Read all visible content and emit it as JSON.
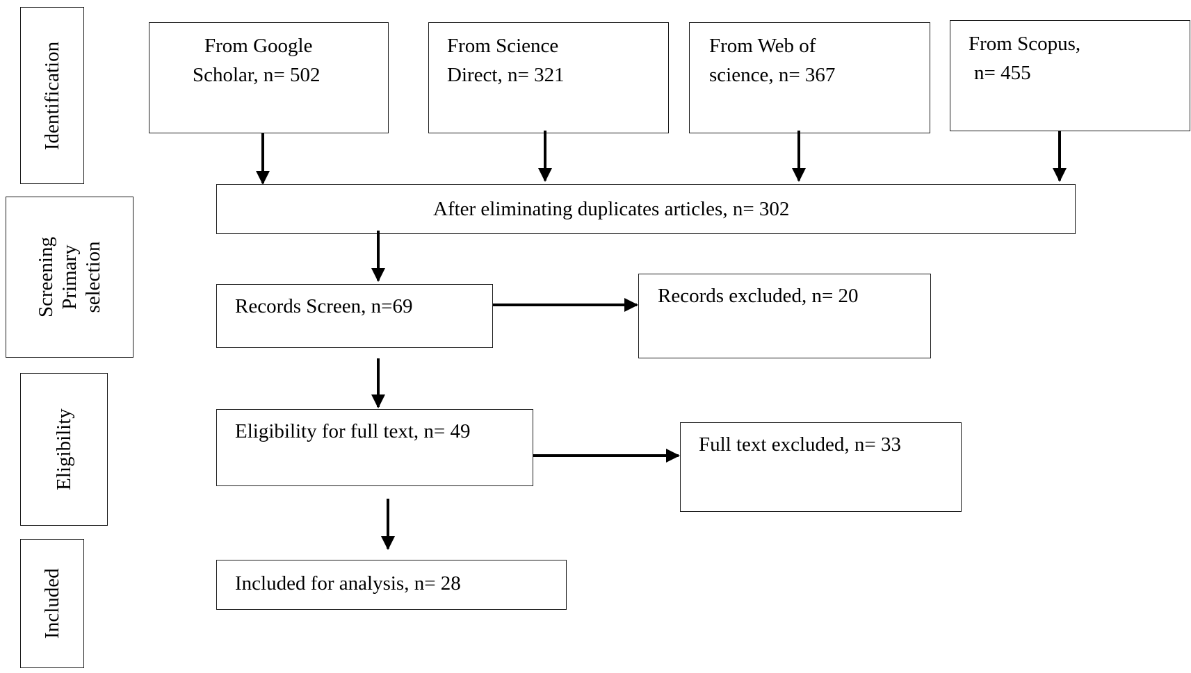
{
  "stages": {
    "identification": "Identification",
    "screening_line1": "Screening",
    "screening_line2": "Primary",
    "screening_line3": "selection",
    "eligibility": "Eligibility",
    "included": "Included"
  },
  "sources": {
    "google_line1": "From Google",
    "google_line2": "Scholar, n= 502",
    "sciencedirect_line1": "From Science",
    "sciencedirect_line2": "Direct, n= 321",
    "wos_line1": "From Web of",
    "wos_line2": "science, n= 367",
    "scopus_line1": "From Scopus,",
    "scopus_line2": "n= 455"
  },
  "flow": {
    "deduplicated": "After eliminating duplicates articles, n= 302",
    "records_screen": "Records Screen, n=69",
    "records_excluded": "Records excluded, n= 20",
    "eligibility": "Eligibility  for full text, n= 49",
    "fulltext_excluded": "Full text excluded, n= 33",
    "included": "Included for analysis, n= 28"
  },
  "colors": {
    "line": "#000000",
    "border": "#1a1a1a"
  }
}
